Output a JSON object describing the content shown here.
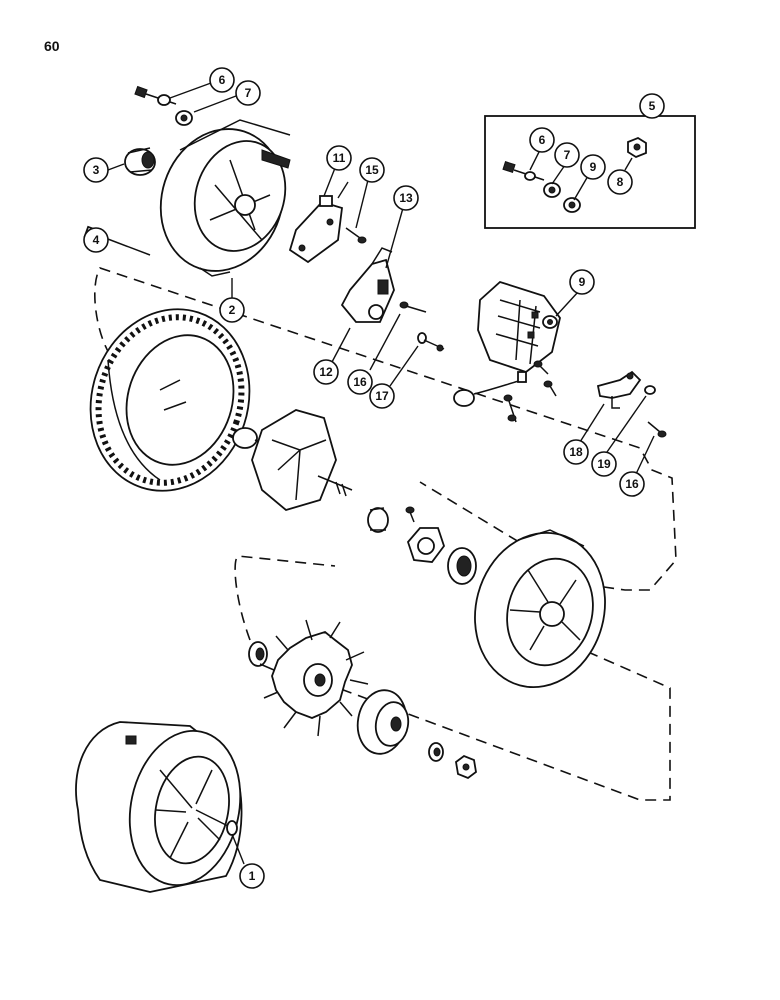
{
  "page_number": "60",
  "callouts": {
    "c1": "1",
    "c2": "2",
    "c3": "3",
    "c4": "4",
    "c5": "5",
    "c6a": "6",
    "c7a": "7",
    "c6b": "6",
    "c7b": "7",
    "c9a": "9",
    "c8": "8",
    "c11": "11",
    "c15": "15",
    "c13": "13",
    "c9b": "9",
    "c12": "12",
    "c16a": "16",
    "c17": "17",
    "c18": "18",
    "c19": "19",
    "c16b": "16"
  },
  "colors": {
    "ink": "#111111",
    "paper": "#ffffff"
  }
}
